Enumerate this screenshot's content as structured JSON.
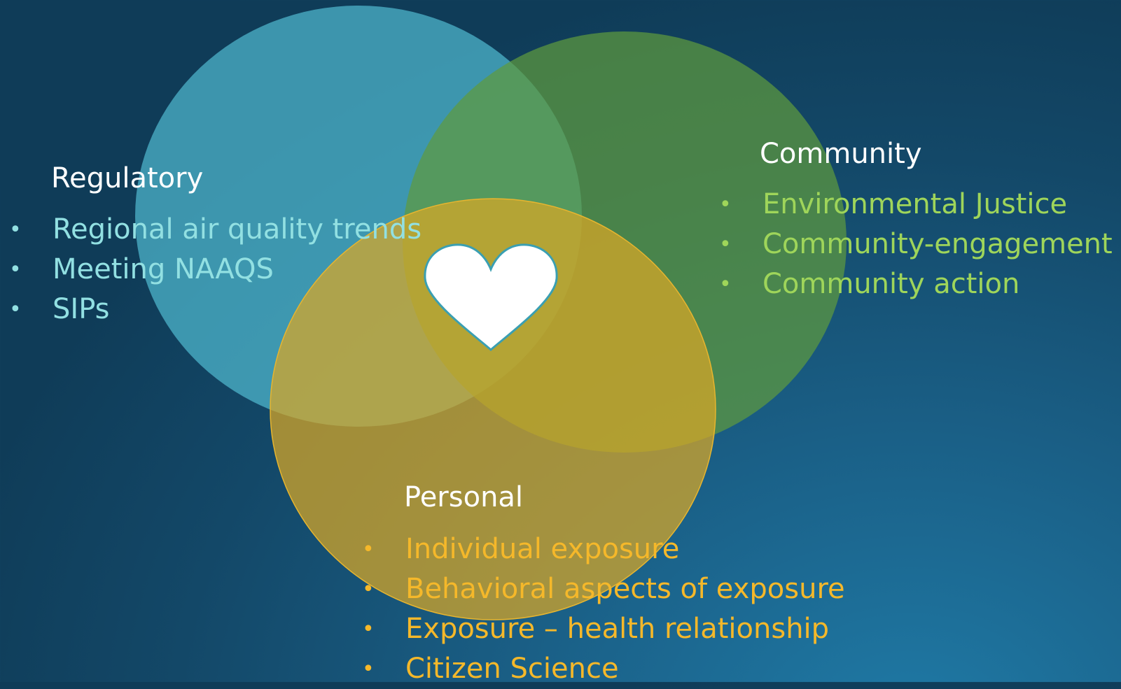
{
  "diagram": {
    "circles": [
      {
        "id": "regulatory",
        "color": "#4fb8cf"
      },
      {
        "id": "community",
        "color": "#6ba84a"
      },
      {
        "id": "personal",
        "color": "#d4a42a"
      }
    ],
    "center_icon": "heart-icon"
  },
  "regulatory": {
    "title": "Regulatory",
    "items": [
      "Regional air quality trends",
      "Meeting NAAQS",
      "SIPs"
    ]
  },
  "community": {
    "title": "Community",
    "items": [
      "Environmental Justice",
      "Community-engagement",
      "Community action"
    ]
  },
  "personal": {
    "title": "Personal",
    "items": [
      "Individual exposure",
      "Behavioral aspects of exposure",
      "Exposure – health relationship",
      "Citizen Science"
    ]
  }
}
